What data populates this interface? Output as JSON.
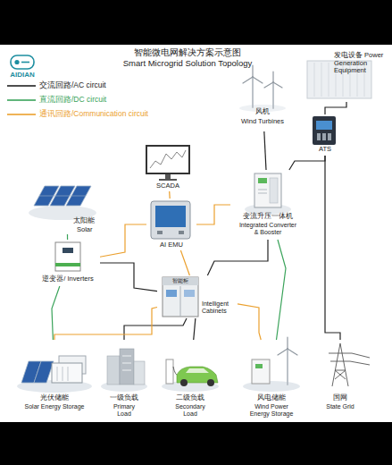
{
  "diagram": {
    "title": "智能微电网解决方案示意图",
    "nodes": [
      {
        "text": [
          "风机",
          "Wind Turbines"
        ]
      },
      {
        "text": [
          "发电设备 Power Generation Equipment"
        ]
      },
      {
        "text": [
          "ATS"
        ]
      },
      {
        "text": [
          "SCADA"
        ]
      },
      {
        "text": [
          "AI EMU"
        ]
      },
      {
        "text": [
          "变流升压一体机",
          "Integrated Converter & Booster"
        ]
      },
      {
        "text": [
          "太阳能",
          "Solar"
        ]
      },
      {
        "text": [
          "逆变器/ Inverters"
        ]
      },
      {
        "text": [
          "智能柜",
          "Intelligent Cabinets"
        ]
      },
      {
        "text": [
          "光伏储能",
          "Solar Energy Storage"
        ]
      },
      {
        "text": [
          "一级负载",
          "Primary Load"
        ]
      },
      {
        "text": [
          "二级负载",
          "Secondary Load"
        ]
      },
      {
        "text": [
          "风电储能",
          "Wind Power Energy Storage"
        ]
      },
      {
        "text": [
          "国网",
          "State Grid"
        ]
      }
    ],
    "edges": [
      {
        "from": 1,
        "to": 2,
        "arrow": "none"
      },
      {
        "from": 0,
        "to": 5,
        "arrow": "none"
      },
      {
        "from": 2,
        "to": 5,
        "arrow": "none"
      },
      {
        "from": 2,
        "to": 13,
        "arrow": "none"
      },
      {
        "from": 5,
        "to": 8,
        "arrow": "none"
      },
      {
        "from": 7,
        "to": 8,
        "arrow": "none"
      },
      {
        "from": 6,
        "to": 7,
        "arrow": "none"
      },
      {
        "from": 7,
        "to": 9,
        "arrow": "none"
      },
      {
        "from": 5,
        "to": 12,
        "arrow": "none"
      },
      {
        "from": 8,
        "to": 10,
        "arrow": "none"
      },
      {
        "from": 8,
        "to": 11,
        "arrow": "none"
      },
      {
        "from": 3,
        "to": 4,
        "arrow": "none"
      },
      {
        "from": 4,
        "to": 8,
        "arrow": "none"
      },
      {
        "from": 4,
        "to": 7,
        "arrow": "none"
      },
      {
        "from": 4,
        "to": 5,
        "arrow": "none"
      },
      {
        "from": 8,
        "to": 9,
        "arrow": "none"
      },
      {
        "from": 8,
        "to": 12,
        "arrow": "none"
      }
    ],
    "labels": [
      "Smart Microgrid Solution Topology",
      "AIDIAN"
    ],
    "legend": [
      {
        "text": "交流回路/AC circuit"
      },
      {
        "text": "直流回路/DC circuit"
      },
      {
        "text": "通讯回路/Communication circuit"
      }
    ]
  }
}
